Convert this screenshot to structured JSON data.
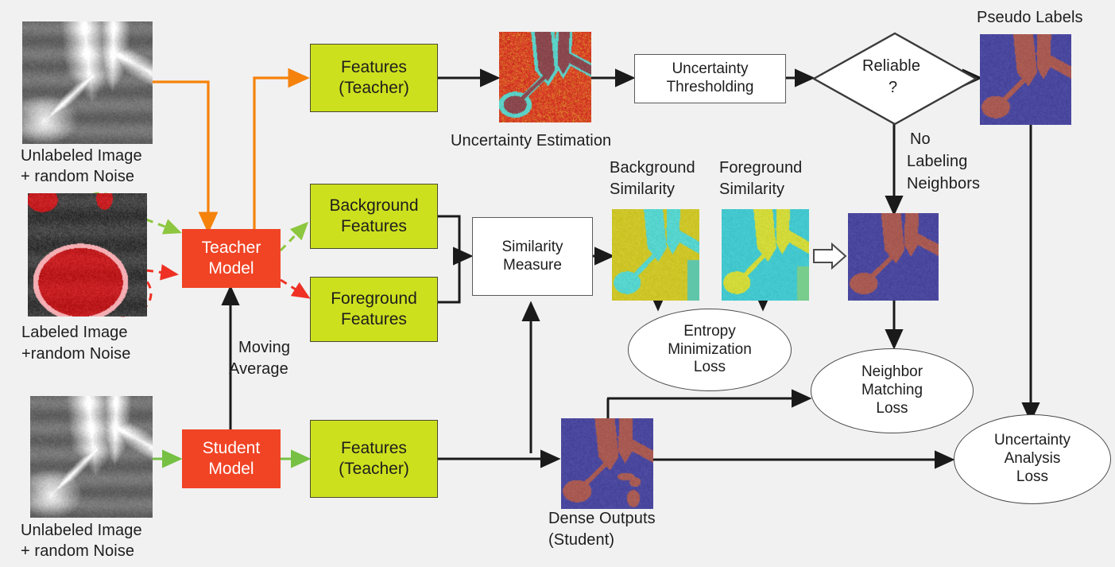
{
  "background": "#f1f1f1",
  "palette": {
    "feature_box": "#cde01e",
    "model_box": "#f04425",
    "process_box": "#ffffff",
    "arrow_black": "#1a1a1a",
    "arrow_orange": "#f5820b",
    "arrow_green": "#76c043",
    "arrow_red": "#ec3b2b",
    "dashed_green": "#8dc63f",
    "dashed_red": "#ee3124"
  },
  "inputs": {
    "unlabeled_top": {
      "caption_line1": "Unlabeled Image",
      "caption_line2": "+ random Noise"
    },
    "labeled": {
      "caption_line1": "Labeled Image",
      "caption_line2": "+random Noise"
    },
    "unlabeled_bottom": {
      "caption_line1": "Unlabeled Image",
      "caption_line2": "+ random Noise"
    }
  },
  "models": {
    "teacher": {
      "line1": "Teacher",
      "line2": "Model"
    },
    "student": {
      "line1": "Student",
      "line2": "Model"
    },
    "moving_average_label_line1": "Moving",
    "moving_average_label_line2": "Average"
  },
  "features": {
    "teacher_top": {
      "line1": "Features",
      "line2": "(Teacher)"
    },
    "background": {
      "line1": "Background",
      "line2": "Features"
    },
    "foreground": {
      "line1": "Foreground",
      "line2": "Features"
    },
    "teacher_bottom": {
      "line1": "Features",
      "line2": "(Teacher)"
    }
  },
  "process": {
    "uncertainty_thresholding": {
      "line1": "Uncertainty",
      "line2": "Thresholding"
    },
    "similarity_measure": {
      "line1": "Similarity",
      "line2": "Measure"
    },
    "reliable_decision": {
      "line1": "Reliable",
      "line2": "?"
    },
    "no_labeling_neighbors": {
      "line1": "No",
      "line2": "Labeling",
      "line3": "Neighbors"
    }
  },
  "maps": {
    "uncertainty_estimation_caption": "Uncertainty Estimation",
    "background_similarity": {
      "line1": "Background",
      "line2": "Similarity"
    },
    "foreground_similarity": {
      "line1": "Foreground",
      "line2": "Similarity"
    },
    "pseudo_labels_caption": "Pseudo Labels",
    "dense_outputs": {
      "line1": "Dense Outputs",
      "line2": "(Student)"
    }
  },
  "losses": {
    "entropy": {
      "line1": "Entropy",
      "line2": "Minimization",
      "line3": "Loss"
    },
    "neighbor": {
      "line1": "Neighbor",
      "line2": "Matching",
      "line3": "Loss"
    },
    "uncertainty": {
      "line1": "Uncertainty",
      "line2": "Analysis",
      "line3": "Loss"
    }
  }
}
